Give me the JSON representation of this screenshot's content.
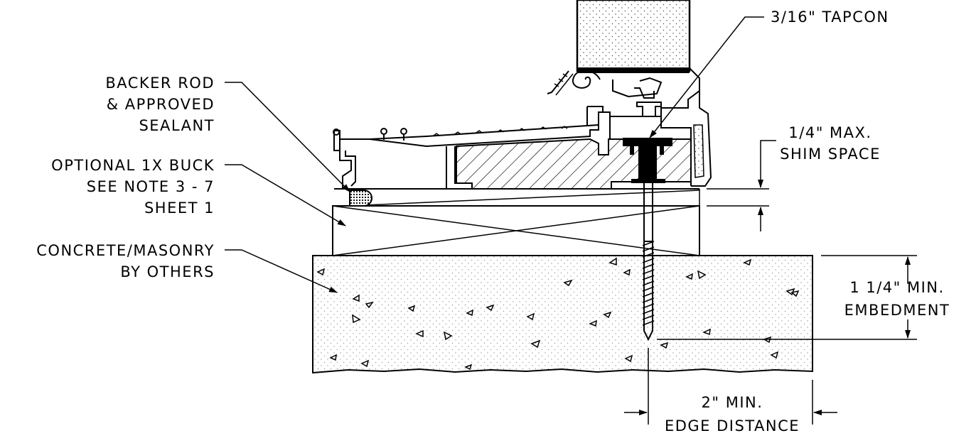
{
  "labels": {
    "tapcon": "3/16\" TAPCON",
    "backer_rod": [
      "BACKER ROD",
      "& APPROVED",
      "SEALANT"
    ],
    "buck": [
      "OPTIONAL 1X BUCK",
      "SEE NOTE 3 - 7",
      "SHEET 1"
    ],
    "concrete": [
      "CONCRETE/MASONRY",
      "BY OTHERS"
    ],
    "shim": [
      "1/4\" MAX.",
      "SHIM SPACE"
    ],
    "embedment": [
      "1 1/4\" MIN.",
      "EMBEDMENT"
    ],
    "edge": [
      "2\" MIN.",
      "EDGE DISTANCE"
    ]
  },
  "colors": {
    "line": "#000000",
    "background": "#ffffff"
  }
}
